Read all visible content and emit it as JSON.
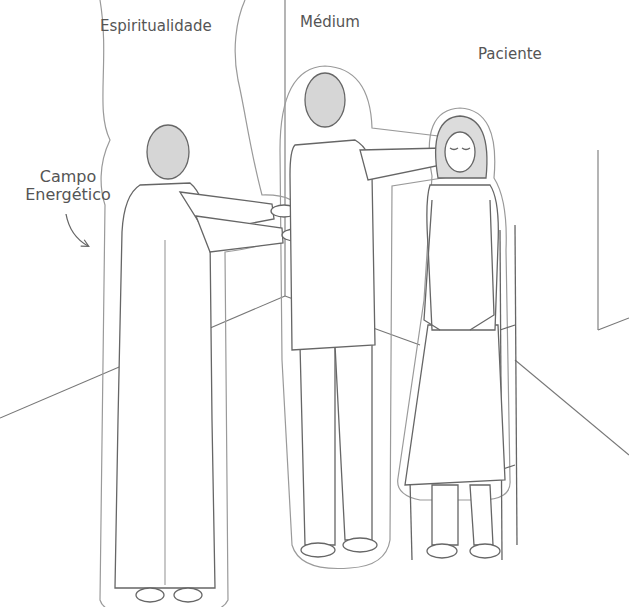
{
  "diagram": {
    "labels": [
      "Espiritualidade",
      "Médium",
      "Paciente",
      "Campo Energético"
    ]
  }
}
